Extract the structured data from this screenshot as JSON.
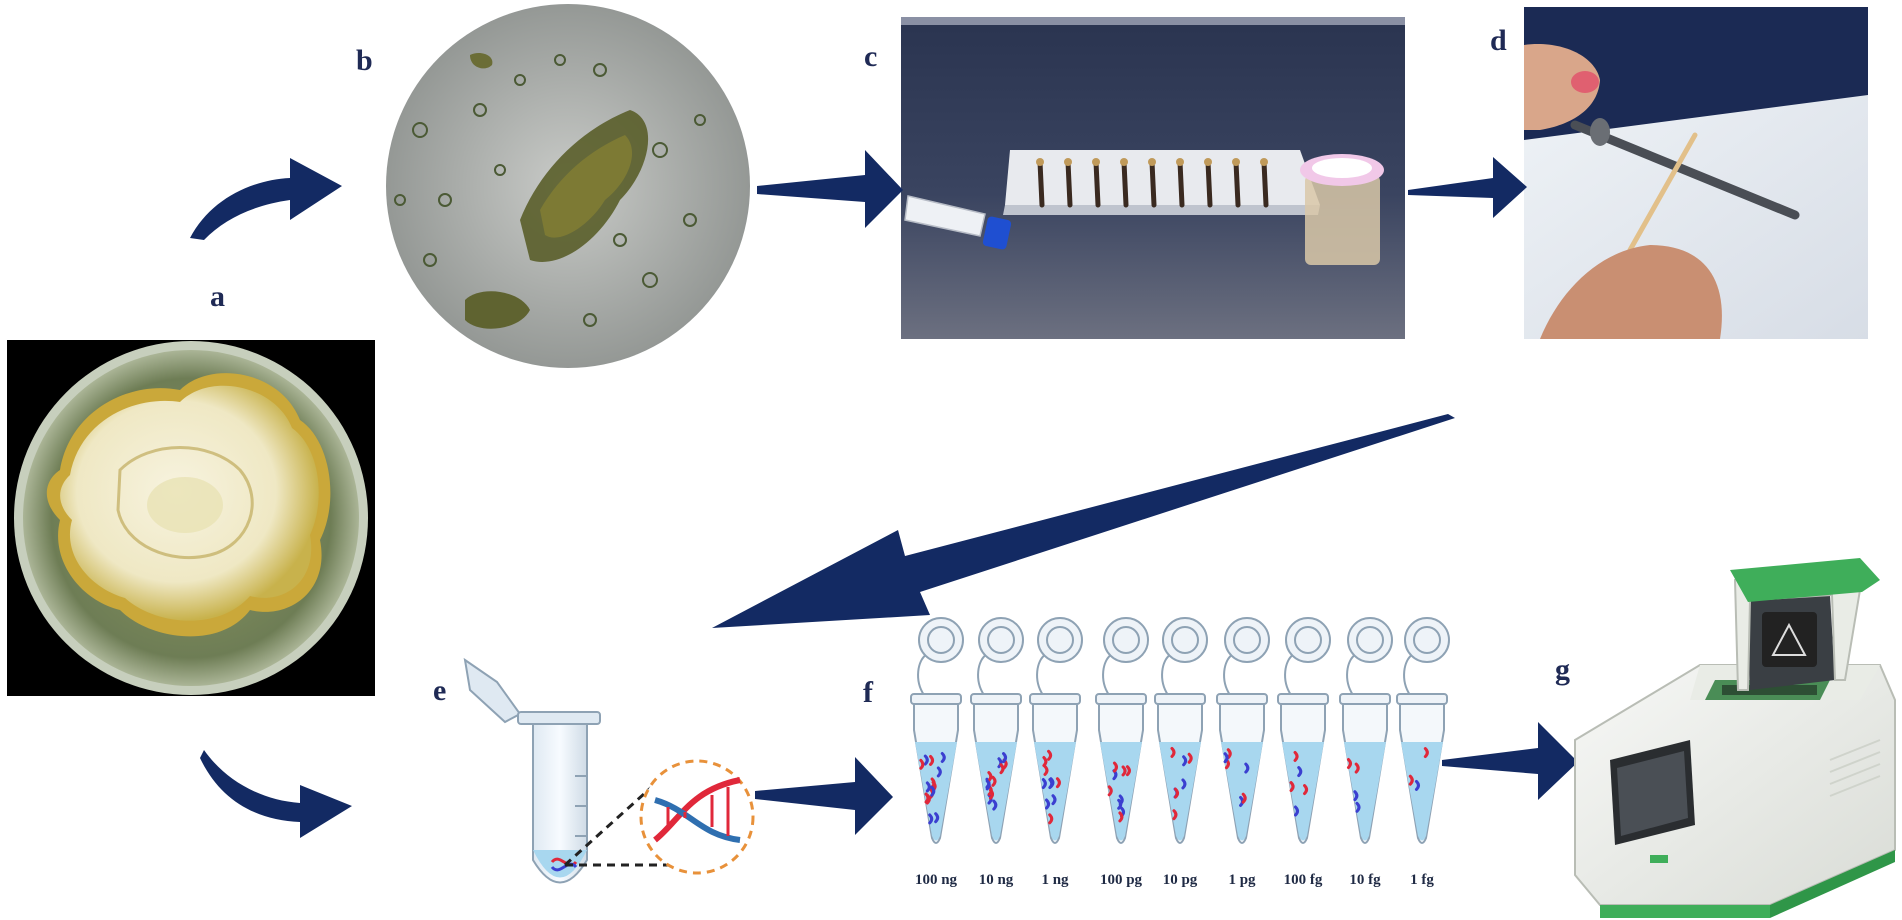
{
  "panels": {
    "a": "a",
    "b": "b",
    "c": "c",
    "d": "d",
    "e": "e",
    "f": "f",
    "g": "g"
  },
  "concentrations": [
    "100 ng",
    "10 ng",
    "1 ng",
    "100 pg",
    "10 pg",
    "1 pg",
    "100 fg",
    "10 fg",
    "1 fg"
  ],
  "colors": {
    "arrow": "#132a63",
    "label": "#1f2a55",
    "dna_red": "#e0283a",
    "dna_blue": "#3b3fd0",
    "liquid": "#a8d7ef",
    "machine_green": "#3fae5a"
  }
}
